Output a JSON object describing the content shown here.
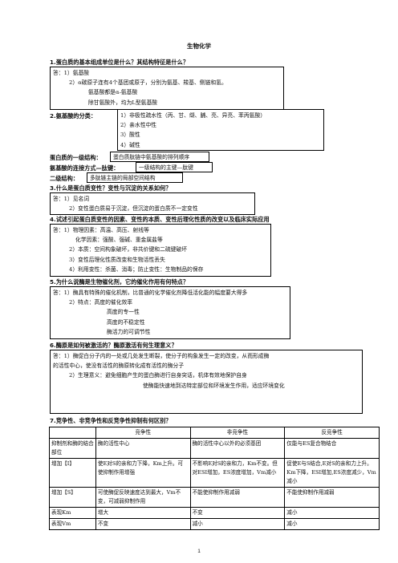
{
  "title": "生物化学",
  "q1": {
    "question": "1.蛋白质的基本组成单位是什么？其结构特征是什么？",
    "lines": [
      "答：1）氨基酸",
      "2）α碳原子连有4个基团或原子，分别为氨基、羧基、侧链和氢。",
      "氨基酸都是α-氨基酸",
      "除甘氨酸外，均为L型氨基酸"
    ]
  },
  "q2": {
    "question": "2.氨基酸的分类：",
    "lines": [
      "1）非极性疏水性（丙、甘、缬、脯、亮、异亮、苯丙氨酸）",
      "2）亲水性中性",
      "3）酸性",
      "4）碱性"
    ],
    "primary_label": "蛋白质的一级结构：",
    "primary_value": "蛋白质肽链中氨基酸的排列顺序",
    "bond_label": "氨基酸的连接方式—肽键：",
    "bond_value": "一级结构的主键—肽键",
    "secondary_label": "二级结构：",
    "secondary_value": "多肽链主链的局部空间结构"
  },
  "q3": {
    "question": "3.什么是蛋白质变性？变性与沉淀的关系如何？",
    "lines": [
      "答：1）见名词",
      "2）变性蛋白质易于沉淀，但沉淀的蛋白质不一定变性"
    ]
  },
  "q4": {
    "question": "4.试述引起蛋白质变性的因素、变性的本质、变性后理化性质的改变以及临床实际应用",
    "lines": [
      "答：1）物理因素：高温、高压、射线等",
      "化学因素：强酸、强碱、重金属盐等",
      "2）本质：空间构象破坏，非共价键和二硫键破坏",
      "3）变性后理化性质改变和生物活性丢失",
      "4）利用变性：杀菌、消毒；防止变性：生物制品的保存"
    ]
  },
  "q5": {
    "question": "5.为什么说酶是生物催化剂，它的催化作用有何特点？",
    "lines": [
      "答：1）酶具有特殊的催化机制，比普通的化学催化剂降低活化能的幅度要大得多",
      "2）特点：高度的催化效率",
      "高度的专一性",
      "高度的不稳定性",
      "酶活力的可调节性"
    ]
  },
  "q6": {
    "question": "6.酶原是如何被激活的？酶原激活有何生理意义？",
    "lines": [
      "答：1）酶促白分子内的一处或几处发生断裂，使分子的构象发生一定的改变，从而形成酶",
      "的活性中心，使没有活性的酶原转化成有活性的酶分子",
      "2）生理意义：避免细胞产生的蛋白酶进行自身突话，机体有效地保护自身",
      "使酶能快速地到达特定部位和环境发生作用，适应环境变化"
    ]
  },
  "q7": {
    "question": "7.竞争性、非竞争性和反竞争性抑制有何区别？",
    "headers": [
      "",
      "竞争性",
      "非竞争性",
      "反竞争性"
    ],
    "rows": [
      [
        "抑制剂和酶的结合部位",
        "酶的活性中心",
        "酶的活性中心以外的必须基团",
        "仅能与ES复合物结合"
      ],
      [
        "增加【I】",
        "使E对S的亲和力下降，Km上升。可使抑制作用增强",
        "不影响E对S的亲和力，Km不变。但对ESI增加，ES浓度增加，Vm减小",
        "促使E与S结合,E对S的亲和力上升。Km下降，ESI增加,ES浓度减少，Vm减小"
      ],
      [
        "增加【S】",
        "可使酶促反映速度达到最大，Vm不变，可减弱抑制作用",
        "不能使抑制作用减弱",
        "不能使抑制作用减弱"
      ],
      [
        "表现Km",
        "增大",
        "不变",
        "减小"
      ],
      [
        "表现Vm",
        "不变",
        "减小",
        "减小"
      ]
    ]
  },
  "page_number": "1"
}
